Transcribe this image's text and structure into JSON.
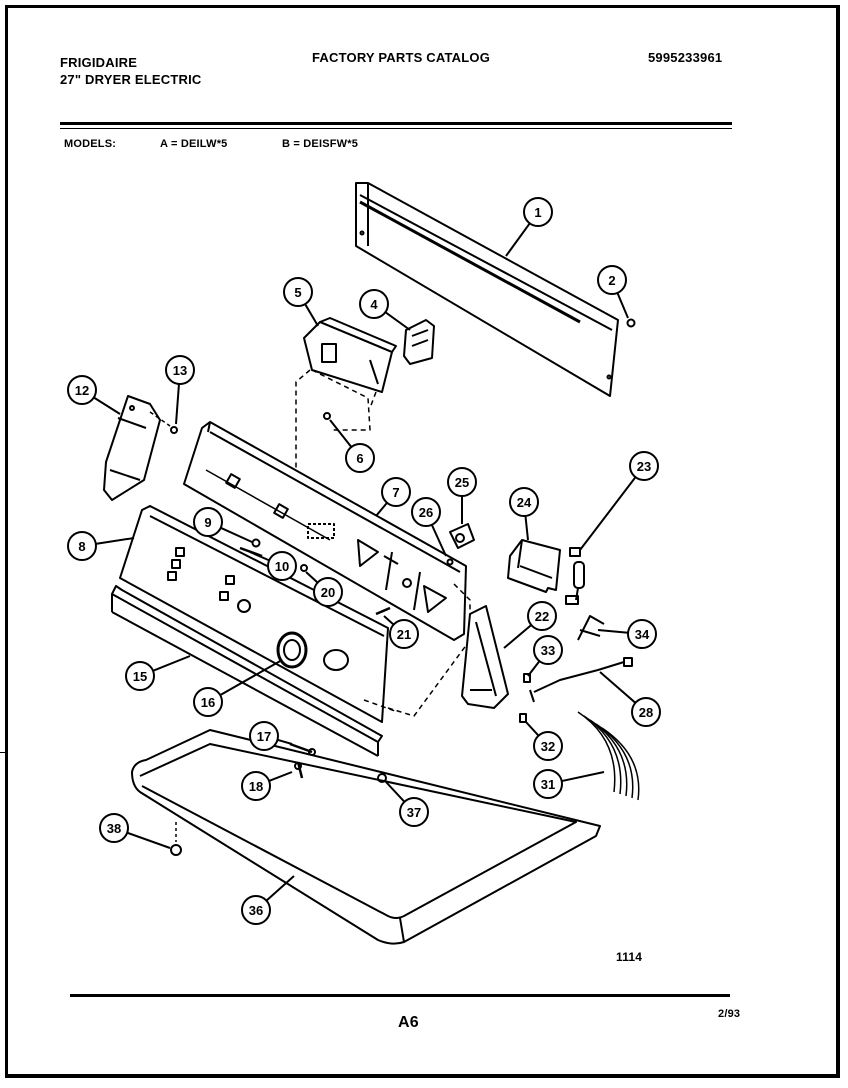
{
  "header": {
    "brand": "FRIGIDAIRE",
    "product": "27\" DRYER ELECTRIC",
    "catalog_title": "FACTORY PARTS CATALOG",
    "catalog_number": "5995233961"
  },
  "models": {
    "label": "MODELS:",
    "model_a": "A = DEILW*5",
    "model_b": "B = DEISFW*5"
  },
  "diagram": {
    "figure_number": "1114",
    "callouts": [
      "1",
      "2",
      "4",
      "5",
      "6",
      "7",
      "8",
      "9",
      "10",
      "12",
      "13",
      "15",
      "16",
      "17",
      "18",
      "20",
      "21",
      "22",
      "23",
      "24",
      "25",
      "26",
      "28",
      "31",
      "32",
      "33",
      "34",
      "36",
      "37",
      "38"
    ]
  },
  "footer": {
    "page": "A6",
    "date": "2/93"
  }
}
